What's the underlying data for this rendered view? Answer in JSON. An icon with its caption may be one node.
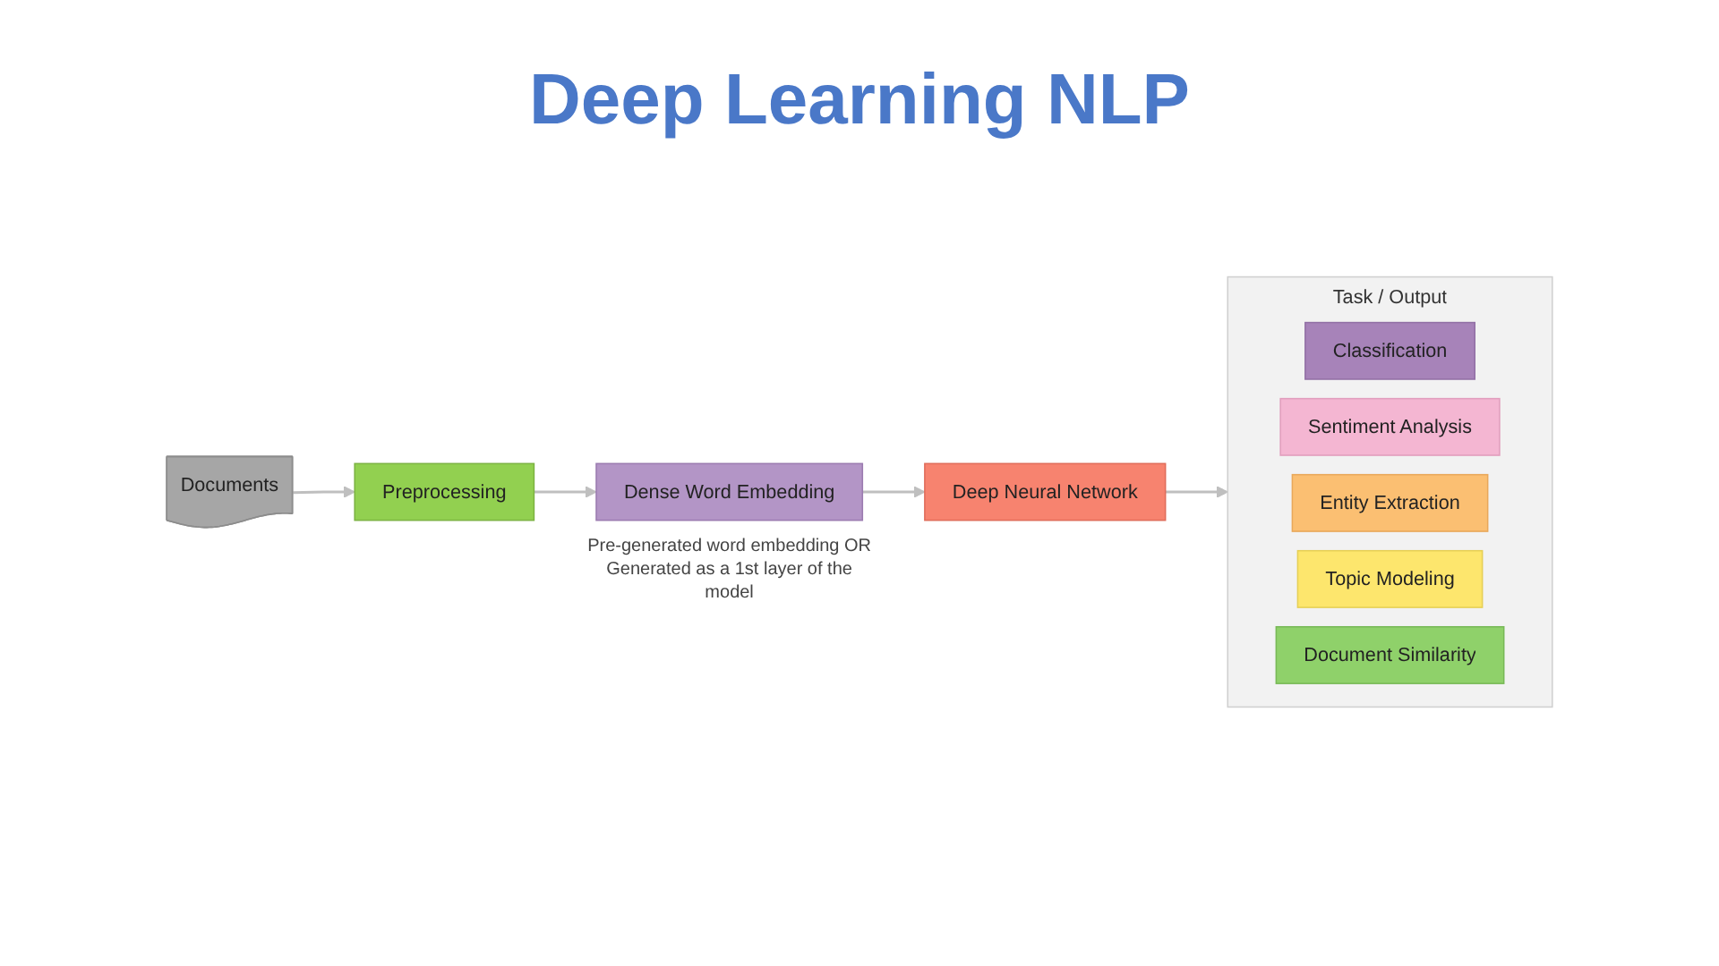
{
  "diagram": {
    "title": "Deep Learning NLP",
    "nodes": [
      {
        "text": [
          "Documents"
        ]
      },
      {
        "text": [
          "Preprocessing"
        ]
      },
      {
        "text": [
          "Dense Word Embedding"
        ],
        "beside": [
          "Pre-generated word embedding OR Generated as a 1st layer of the model"
        ]
      },
      {
        "text": [
          "Deep Neural Network"
        ]
      },
      {
        "text": [
          "Task / Output"
        ]
      },
      {
        "text": [
          "Classification"
        ],
        "in": 4
      },
      {
        "text": [
          "Sentiment Analysis"
        ],
        "in": 4
      },
      {
        "text": [
          "Entity Extraction"
        ],
        "in": 4
      },
      {
        "text": [
          "Topic Modeling"
        ],
        "in": 4
      },
      {
        "text": [
          "Document Similarity"
        ],
        "in": 4
      }
    ],
    "edges": [
      {
        "from": 0,
        "to": 1,
        "arrow": "to"
      },
      {
        "from": 1,
        "to": 2,
        "arrow": "to"
      },
      {
        "from": 2,
        "to": 3,
        "arrow": "to"
      },
      {
        "from": 3,
        "to": 4,
        "arrow": "to"
      }
    ]
  }
}
